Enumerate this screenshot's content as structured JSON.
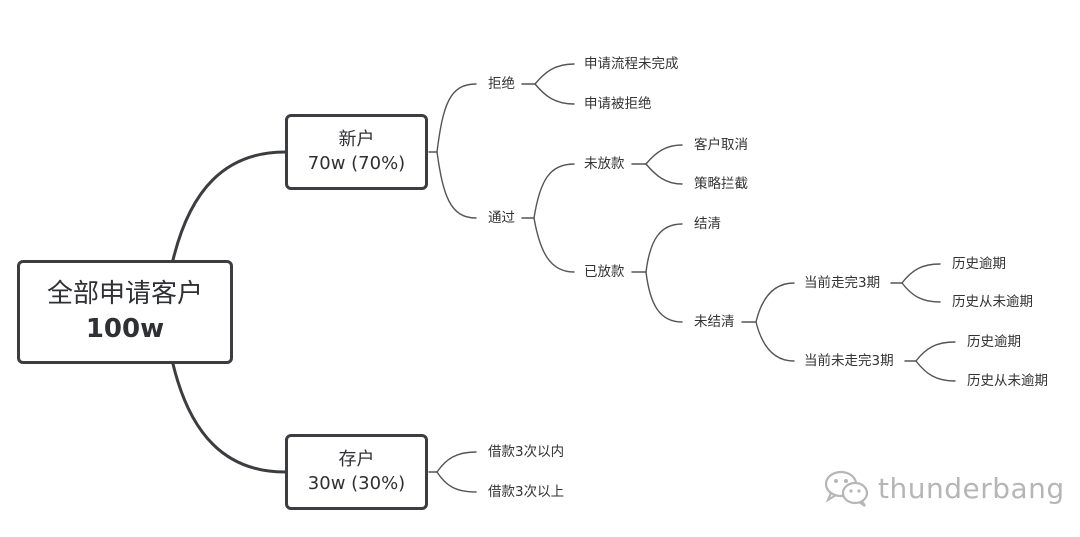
{
  "root": {
    "title": "全部申请客户",
    "count": "100w"
  },
  "new_customers": {
    "title": "新户",
    "count": "70w (70%)",
    "rejected": {
      "label": "拒绝",
      "children": [
        "申请流程未完成",
        "申请被拒绝"
      ]
    },
    "approved": {
      "label": "通过",
      "not_disbursed": {
        "label": "未放款",
        "children": [
          "客户取消",
          "策略拦截"
        ]
      },
      "disbursed": {
        "label": "已放款",
        "settled": "结清",
        "unsettled": {
          "label": "未结清",
          "completed_3": {
            "label": "当前走完3期",
            "children": [
              "历史逾期",
              "历史从未逾期"
            ]
          },
          "not_completed_3": {
            "label": "当前未走完3期",
            "children": [
              "历史逾期",
              "历史从未逾期"
            ]
          }
        }
      }
    }
  },
  "existing_customers": {
    "title": "存户",
    "count": "30w (30%)",
    "children": [
      "借款3次以内",
      "借款3次以上"
    ]
  },
  "watermark": {
    "text": "thunderbang",
    "icon": "wechat-icon"
  }
}
